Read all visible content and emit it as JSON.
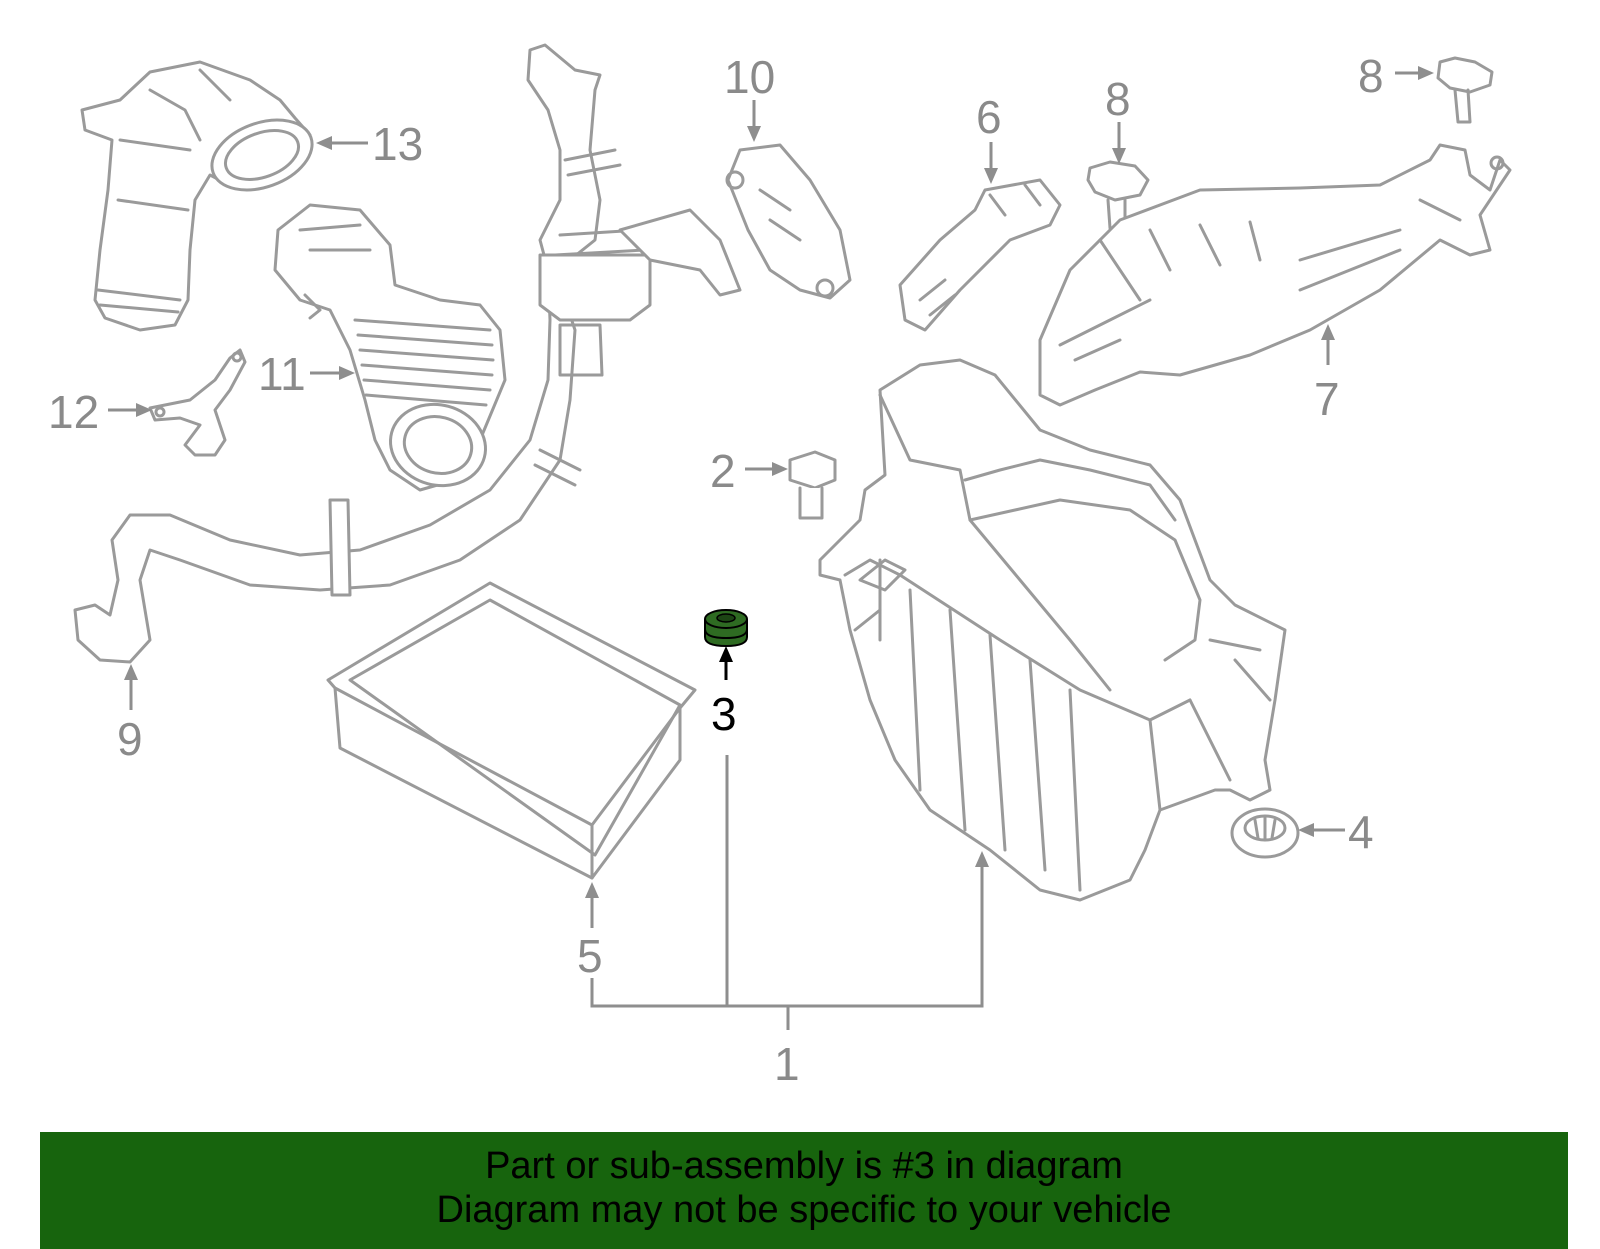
{
  "diagram": {
    "callouts": {
      "c1": "1",
      "c2": "2",
      "c3": "3",
      "c4": "4",
      "c5": "5",
      "c6": "6",
      "c7": "7",
      "c8a": "8",
      "c8b": "8",
      "c9": "9",
      "c10": "10",
      "c11": "11",
      "c12": "12",
      "c13": "13"
    },
    "highlighted_part": "3",
    "highlight_color": "#2e6b22"
  },
  "banner": {
    "line1": "Part or sub-assembly is #3 in diagram",
    "line2": "Diagram may not be specific to your vehicle",
    "background": "#17640d"
  }
}
